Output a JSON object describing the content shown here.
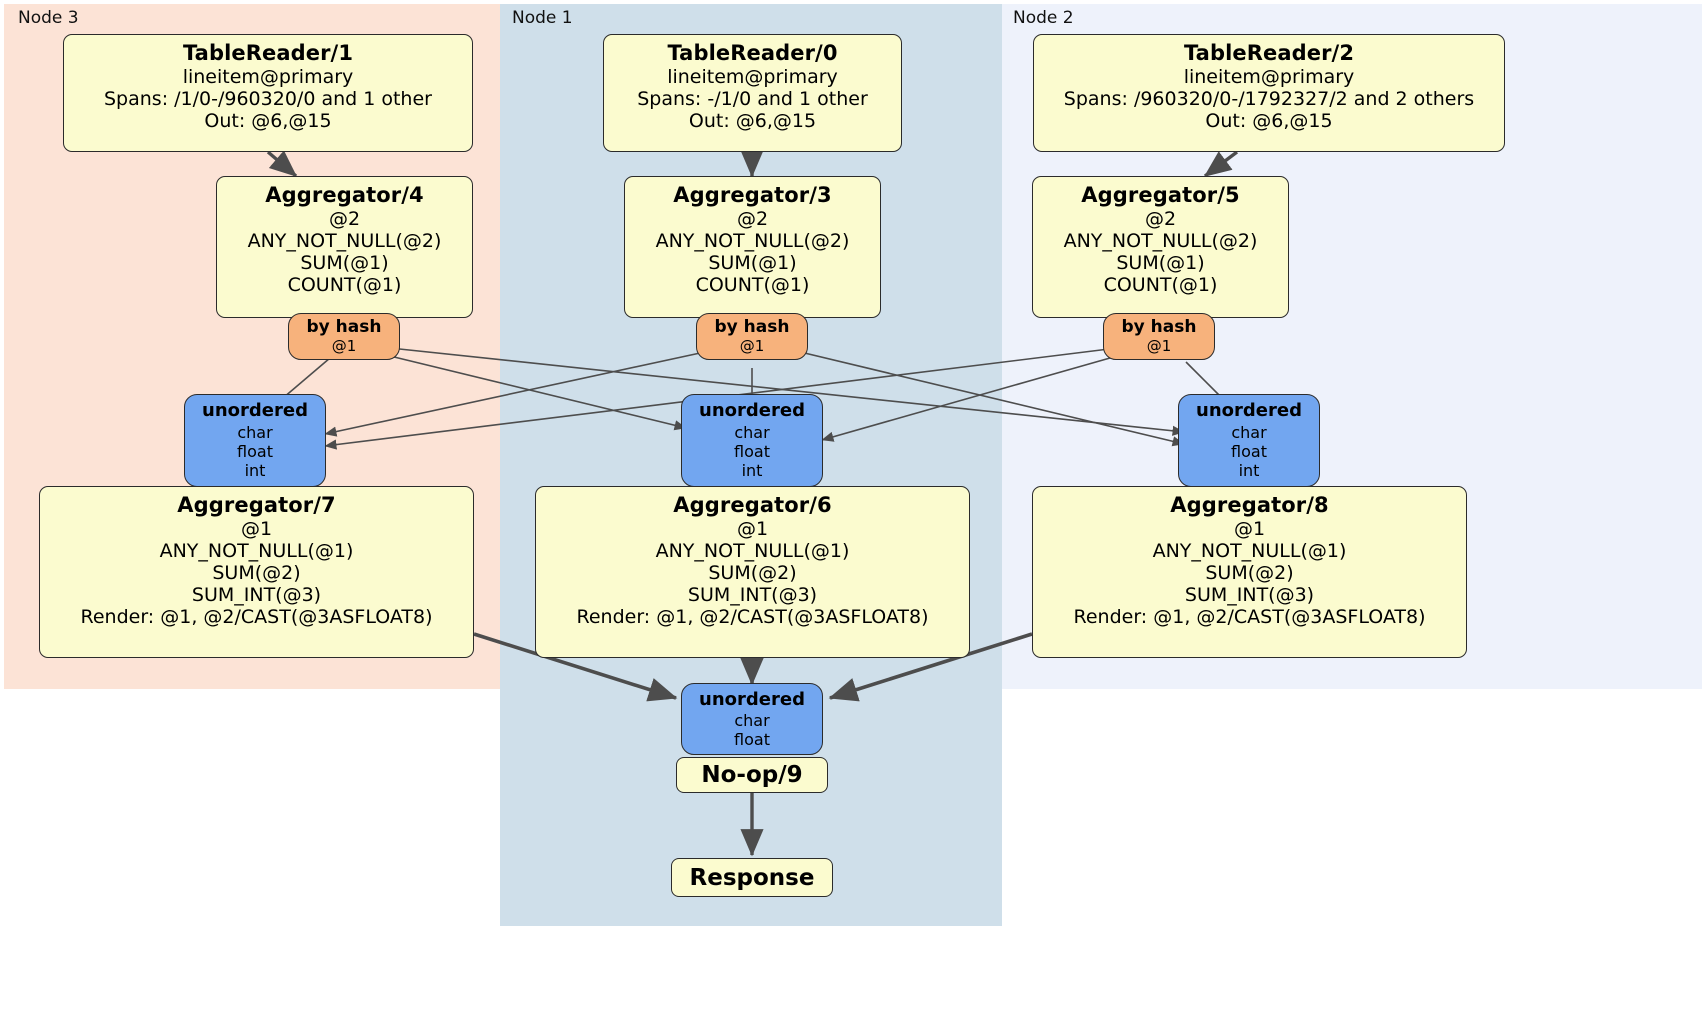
{
  "diagram": {
    "type": "distributed-query-plan",
    "title": "",
    "colors": {
      "node3_bg": "#fce3d6",
      "node1_bg": "#cfdfea",
      "node2_bg": "#eef2fb",
      "processor_fill": "#fbfbcf",
      "router_fill": "#f7b27c",
      "stream_fill": "#72a6f0",
      "border": "#2b2b2b",
      "edge": "#4d4d4d"
    }
  },
  "regions": [
    {
      "id": "node3",
      "label": "Node 3"
    },
    {
      "id": "node1",
      "label": "Node 1"
    },
    {
      "id": "node2",
      "label": "Node 2"
    }
  ],
  "nodes": {
    "tablereader_1": {
      "title": "TableReader/1",
      "lines": [
        "lineitem@primary",
        "Spans: /1/0-/960320/0 and 1 other",
        "Out: @6,@15"
      ]
    },
    "tablereader_0": {
      "title": "TableReader/0",
      "lines": [
        "lineitem@primary",
        "Spans: -/1/0 and 1 other",
        "Out: @6,@15"
      ]
    },
    "tablereader_2": {
      "title": "TableReader/2",
      "lines": [
        "lineitem@primary",
        "Spans: /960320/0-/1792327/2 and 2 others",
        "Out: @6,@15"
      ]
    },
    "aggregator_4": {
      "title": "Aggregator/4",
      "lines": [
        "@2",
        "ANY_NOT_NULL(@2)",
        "SUM(@1)",
        "COUNT(@1)"
      ]
    },
    "aggregator_3": {
      "title": "Aggregator/3",
      "lines": [
        "@2",
        "ANY_NOT_NULL(@2)",
        "SUM(@1)",
        "COUNT(@1)"
      ]
    },
    "aggregator_5": {
      "title": "Aggregator/5",
      "lines": [
        "@2",
        "ANY_NOT_NULL(@2)",
        "SUM(@1)",
        "COUNT(@1)"
      ]
    },
    "byhash_left": {
      "title": "by hash",
      "lines": [
        "@1"
      ]
    },
    "byhash_center": {
      "title": "by hash",
      "lines": [
        "@1"
      ]
    },
    "byhash_right": {
      "title": "by hash",
      "lines": [
        "@1"
      ]
    },
    "unordered_left": {
      "title": "unordered",
      "lines": [
        "char",
        "float",
        "int"
      ]
    },
    "unordered_center": {
      "title": "unordered",
      "lines": [
        "char",
        "float",
        "int"
      ]
    },
    "unordered_right": {
      "title": "unordered",
      "lines": [
        "char",
        "float",
        "int"
      ]
    },
    "aggregator_7": {
      "title": "Aggregator/7",
      "lines": [
        "@1",
        "ANY_NOT_NULL(@1)",
        "SUM(@2)",
        "SUM_INT(@3)",
        "Render: @1, @2/CAST(@3ASFLOAT8)"
      ]
    },
    "aggregator_6": {
      "title": "Aggregator/6",
      "lines": [
        "@1",
        "ANY_NOT_NULL(@1)",
        "SUM(@2)",
        "SUM_INT(@3)",
        "Render: @1, @2/CAST(@3ASFLOAT8)"
      ]
    },
    "aggregator_8": {
      "title": "Aggregator/8",
      "lines": [
        "@1",
        "ANY_NOT_NULL(@1)",
        "SUM(@2)",
        "SUM_INT(@3)",
        "Render: @1, @2/CAST(@3ASFLOAT8)"
      ]
    },
    "unordered_final": {
      "title": "unordered",
      "lines": [
        "char",
        "float"
      ]
    },
    "noop_9": {
      "title": "No-op/9"
    },
    "response": {
      "title": "Response"
    }
  }
}
